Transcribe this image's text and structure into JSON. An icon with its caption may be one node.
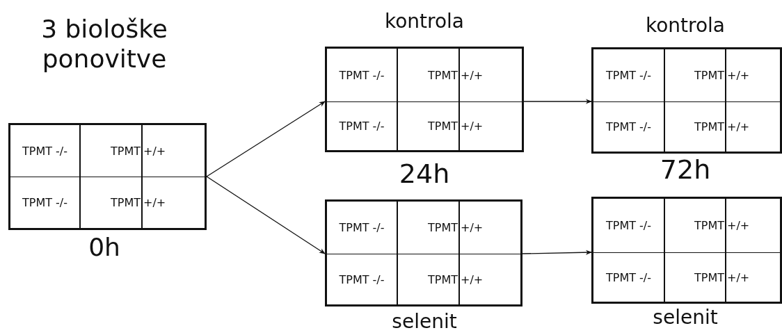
{
  "diagram": {
    "nodes": [
      {
        "text": [],
        "shape": "box",
        "beside": [
          "3 biološke ponovitve",
          "0h"
        ]
      },
      {
        "text": [
          "TPMT -/-"
        ],
        "in": 0
      },
      {
        "text": [
          "TPMT"
        ],
        "in": 0
      },
      {
        "text": [
          "+/+"
        ],
        "in": 0
      },
      {
        "text": [
          "TPMT -/-"
        ],
        "in": 0
      },
      {
        "text": [
          "TPMT"
        ],
        "in": 0
      },
      {
        "text": [
          "+/+"
        ],
        "in": 0
      },
      {
        "text": [],
        "shape": "box",
        "beside": [
          "kontrola"
        ]
      },
      {
        "text": [
          "TPMT -/-"
        ],
        "in": 7
      },
      {
        "text": [
          "TPMT"
        ],
        "in": 7
      },
      {
        "text": [
          "+/+"
        ],
        "in": 7
      },
      {
        "text": [
          "TPMT -/-"
        ],
        "in": 7
      },
      {
        "text": [
          "TPMT"
        ],
        "in": 7
      },
      {
        "text": [
          "+/+"
        ],
        "in": 7
      },
      {
        "text": [],
        "shape": "box",
        "beside": [
          "kontrola"
        ]
      },
      {
        "text": [
          "TPMT -/-"
        ],
        "in": 14
      },
      {
        "text": [
          "TPMT"
        ],
        "in": 14
      },
      {
        "text": [
          "+/+"
        ],
        "in": 14
      },
      {
        "text": [
          "TPMT -/-"
        ],
        "in": 14
      },
      {
        "text": [
          "TPMT"
        ],
        "in": 14
      },
      {
        "text": [
          "+/+"
        ],
        "in": 14
      },
      {
        "text": [],
        "shape": "box",
        "beside": [
          "selenit"
        ]
      },
      {
        "text": [
          "TPMT -/-"
        ],
        "in": 21
      },
      {
        "text": [
          "TPMT"
        ],
        "in": 21
      },
      {
        "text": [
          "+/+"
        ],
        "in": 21
      },
      {
        "text": [
          "TPMT -/-"
        ],
        "in": 21
      },
      {
        "text": [
          "TPMT"
        ],
        "in": 21
      },
      {
        "text": [
          "+/+"
        ],
        "in": 21
      },
      {
        "text": [],
        "shape": "box",
        "beside": [
          "selenit"
        ]
      },
      {
        "text": [
          "TPMT -/-"
        ],
        "in": 28
      },
      {
        "text": [
          "TPMT"
        ],
        "in": 28
      },
      {
        "text": [
          "+/+"
        ],
        "in": 28
      },
      {
        "text": [
          "TPMT -/-"
        ],
        "in": 28
      },
      {
        "text": [
          "TPMT"
        ],
        "in": 28
      },
      {
        "text": [
          "+/+"
        ],
        "in": 28
      }
    ],
    "edges": [
      {
        "from": 0,
        "to": 7,
        "arrow": "to"
      },
      {
        "from": 0,
        "to": 21,
        "arrow": "to"
      },
      {
        "from": 7,
        "to": 14,
        "arrow": "to"
      },
      {
        "from": 21,
        "to": 28,
        "arrow": "to"
      }
    ],
    "labels": [
      "24h",
      "72h"
    ]
  }
}
